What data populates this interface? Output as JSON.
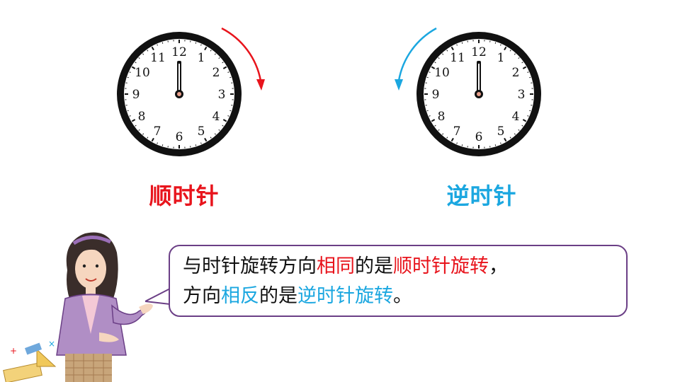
{
  "clocks": [
    {
      "label": "顺时针",
      "numbers": [
        "12",
        "1",
        "2",
        "3",
        "4",
        "5",
        "6",
        "7",
        "8",
        "9",
        "10",
        "11"
      ],
      "direction": "clockwise",
      "color": "#e8141c"
    },
    {
      "label": "逆时针",
      "numbers": [
        "12",
        "1",
        "2",
        "3",
        "4",
        "5",
        "6",
        "7",
        "8",
        "9",
        "10",
        "11"
      ],
      "direction": "counterclockwise",
      "color": "#1ba7e0"
    }
  ],
  "bubble": {
    "line1": {
      "part1": "与时针旋转方向",
      "part2": "相同",
      "part3": "的是",
      "part4": "顺时针旋转",
      "part5": "，"
    },
    "line2": {
      "part1": "方向",
      "part2": "相反",
      "part3": "的是",
      "part4": "逆时针旋转",
      "part5": "。"
    }
  },
  "colors": {
    "clockwise": "#e8141c",
    "counterclockwise": "#1ba7e0",
    "bubble_border": "#6b3f86"
  }
}
